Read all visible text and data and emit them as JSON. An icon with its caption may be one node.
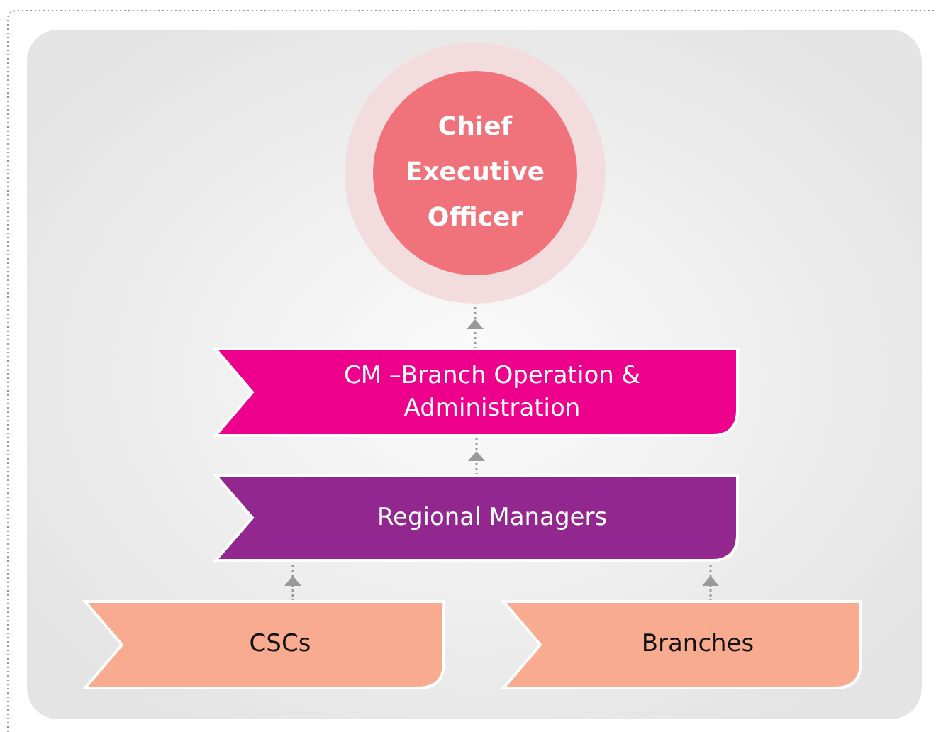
{
  "diagram": {
    "nodes": [
      {
        "text": [
          "Chief Executive Officer"
        ]
      },
      {
        "text": [
          "CM –Branch Operation & Administration"
        ]
      },
      {
        "text": [
          "Regional Managers"
        ]
      },
      {
        "text": [
          "CSCs"
        ]
      },
      {
        "text": [
          "Branches"
        ]
      }
    ],
    "edges": [
      {
        "from": 1,
        "to": 0,
        "arrow": "to",
        "style": "dashed"
      },
      {
        "from": 2,
        "to": 1,
        "arrow": "to",
        "style": "dashed"
      },
      {
        "from": 3,
        "to": 2,
        "arrow": "to",
        "style": "dashed"
      },
      {
        "from": 4,
        "to": 2,
        "arrow": "to",
        "style": "dashed"
      }
    ]
  }
}
